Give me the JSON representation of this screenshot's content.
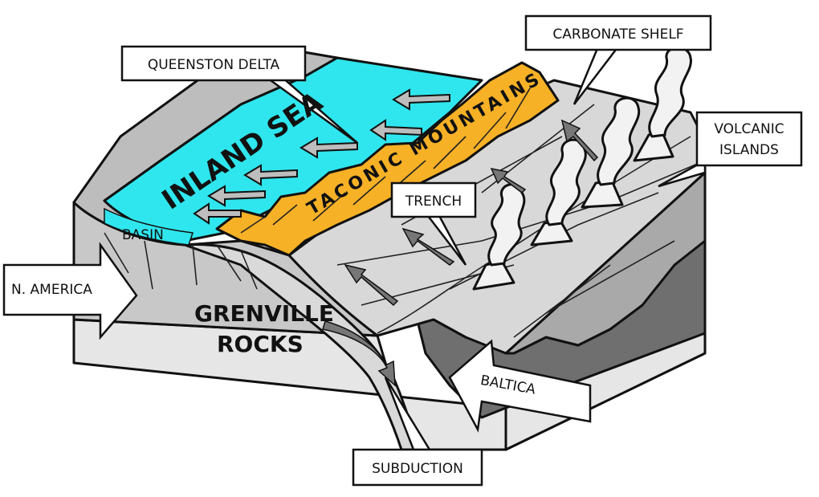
{
  "labels": {
    "queenston_delta": "QUEENSTON DELTA",
    "carbonate_shelf": "CARBONATE SHELF",
    "volcanic_islands_line1": "VOLCANIC",
    "volcanic_islands_line2": "ISLANDS",
    "inland_sea": "INLAND SEA",
    "taconic_mountains": "TACONIC MOUNTAINS",
    "trench": "TRENCH",
    "basin": "BASIN",
    "n_america": "N. AMERICA",
    "grenville_line1": "GRENVILLE",
    "grenville_line2": "ROCKS",
    "baltica": "BALTICA",
    "subduction": "SUBDUCTION"
  },
  "colors": {
    "sea": "#2fe6ee",
    "mountains": "#f7b126",
    "ocean_floor": "#d8d8d8",
    "crust_front": "#c8c8c8",
    "crust_lower": "#e6e6e6",
    "mantle_dark": "#6f6f6f",
    "plume": "#f2f2f2"
  },
  "icons": {
    "arrow": "arrow-icon",
    "plume": "volcanic-plume-icon"
  }
}
